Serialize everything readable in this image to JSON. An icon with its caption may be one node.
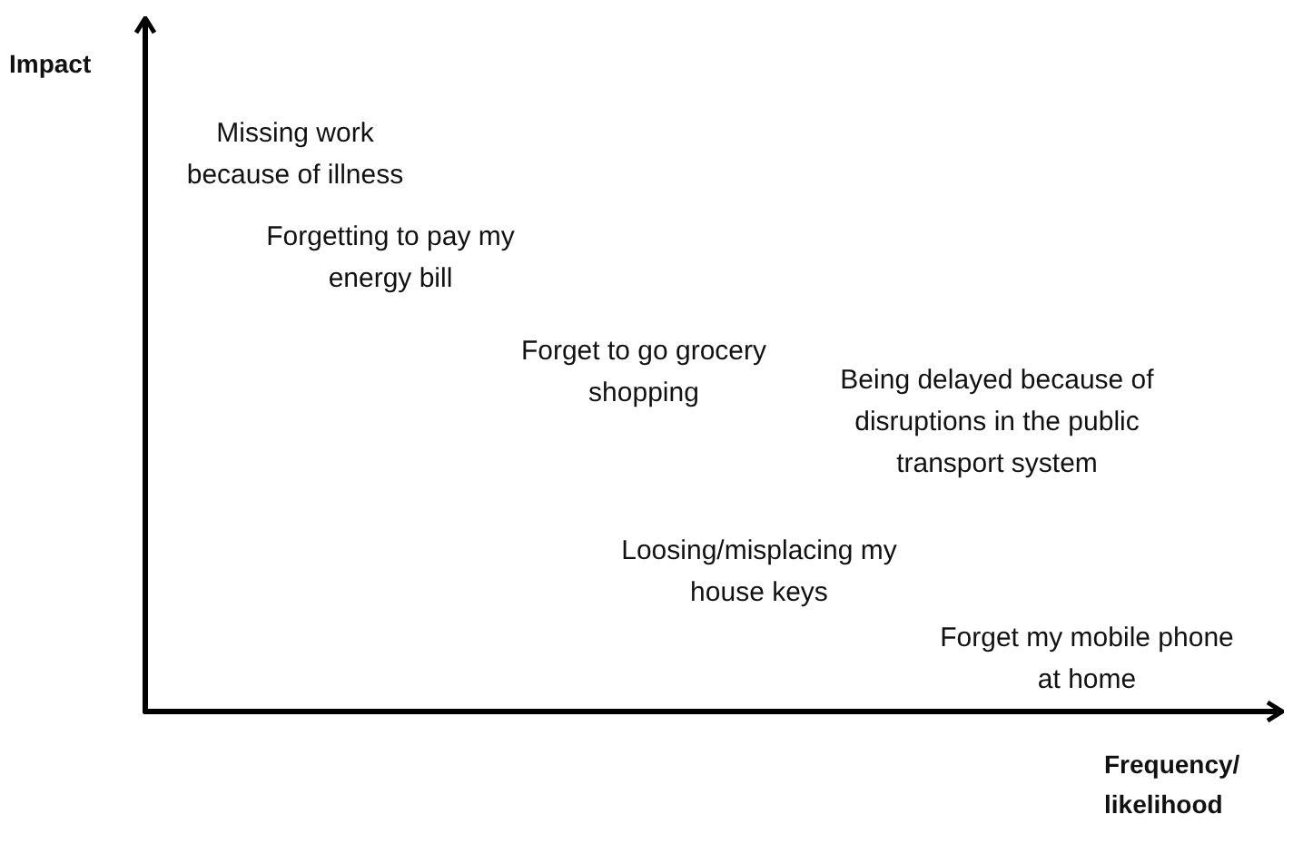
{
  "diagram": {
    "labels": [
      "Impact",
      "Missing work because of illness",
      "Forgetting to pay my energy bill",
      "Forget to go grocery shopping",
      "Being delayed because of disruptions in the public transport system",
      "Loosing/misplacing my house keys",
      "Forget my mobile phone at home",
      "Frequency/ likelihood"
    ]
  }
}
